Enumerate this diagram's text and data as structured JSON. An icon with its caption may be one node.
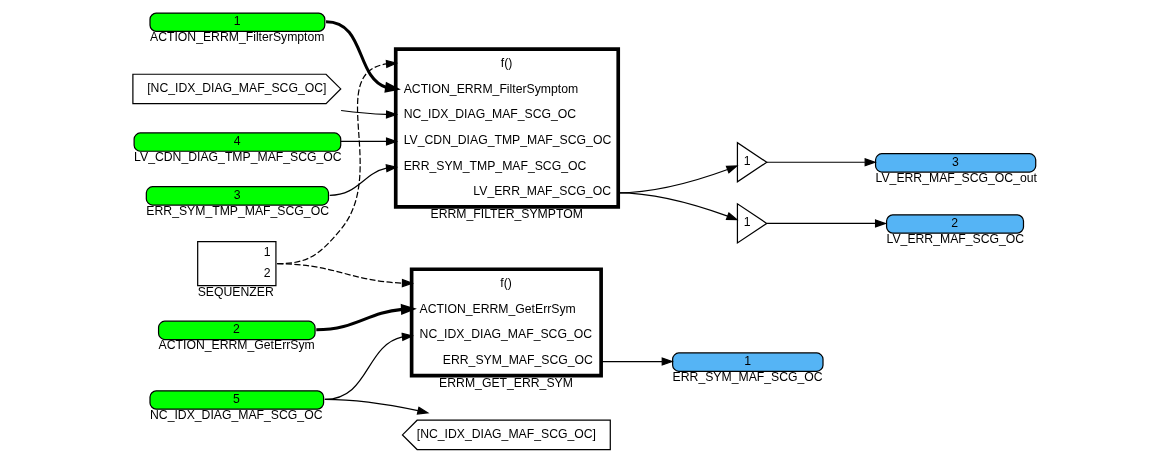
{
  "diagram": {
    "nodes": [
      {
        "text": [
          "1",
          "2"
        ],
        "beside": [
          "SEQUENZER"
        ]
      },
      {
        "text": [
          "1"
        ],
        "beside": [
          "ACTION_ERRM_FilterSymptom"
        ]
      },
      {
        "text": [
          "[NC_IDX_DIAG_MAF_SCG_OC]"
        ]
      },
      {
        "text": [
          "4"
        ],
        "beside": [
          "LV_CDN_DIAG_TMP_MAF_SCG_OC"
        ]
      },
      {
        "text": [
          "3"
        ],
        "beside": [
          "ERR_SYM_TMP_MAF_SCG_OC"
        ]
      },
      {
        "text": [
          "f()",
          "ACTION_ERRM_FilterSymptom",
          "NC_IDX_DIAG_MAF_SCG_OC",
          "LV_CDN_DIAG_TMP_MAF_SCG_OC",
          "ERR_SYM_TMP_MAF_SCG_OC",
          "LV_ERR_MAF_SCG_OC"
        ],
        "beside": [
          "ERRM_FILTER_SYMPTOM"
        ]
      },
      {
        "text": [
          "1"
        ]
      },
      {
        "text": [
          "1"
        ]
      },
      {
        "text": [
          "2"
        ],
        "beside": [
          "LV_ERR_MAF_SCG_OC"
        ]
      },
      {
        "text": [
          "3"
        ],
        "beside": [
          "LV_ERR_MAF_SCG_OC_out"
        ]
      },
      {
        "text": [
          "2"
        ],
        "beside": [
          "ACTION_ERRM_GetErrSym"
        ]
      },
      {
        "text": [
          "5"
        ],
        "beside": [
          "NC_IDX_DIAG_MAF_SCG_OC"
        ]
      },
      {
        "text": [
          "f()",
          "ACTION_ERRM_GetErrSym",
          "NC_IDX_DIAG_MAF_SCG_OC",
          "ERR_SYM_MAF_SCG_OC"
        ],
        "beside": [
          "ERRM_GET_ERR_SYM"
        ]
      },
      {
        "text": [
          "1"
        ],
        "beside": [
          "ERR_SYM_MAF_SCG_OC"
        ]
      },
      {
        "text": [
          "[NC_IDX_DIAG_MAF_SCG_OC]"
        ]
      }
    ],
    "edges": [
      {
        "from": 0,
        "to": 5,
        "arrow": "to",
        "style": "dashed"
      },
      {
        "from": 0,
        "to": 12,
        "arrow": "to",
        "style": "dashed"
      },
      {
        "from": 1,
        "to": 5,
        "arrow": "to",
        "style": "thick"
      },
      {
        "from": 2,
        "to": 5,
        "arrow": "to"
      },
      {
        "from": 3,
        "to": 5,
        "arrow": "to"
      },
      {
        "from": 4,
        "to": 5,
        "arrow": "to"
      },
      {
        "from": 5,
        "to": 6,
        "arrow": "to"
      },
      {
        "from": 5,
        "to": 7,
        "arrow": "to"
      },
      {
        "from": 6,
        "to": 8,
        "arrow": "to"
      },
      {
        "from": 7,
        "to": 9,
        "arrow": "to"
      },
      {
        "from": 10,
        "to": 12,
        "arrow": "to",
        "style": "thick"
      },
      {
        "from": 11,
        "to": 12,
        "arrow": "to"
      },
      {
        "from": 11,
        "to": 14,
        "arrow": "to"
      },
      {
        "from": 12,
        "to": 13,
        "arrow": "to"
      }
    ]
  }
}
